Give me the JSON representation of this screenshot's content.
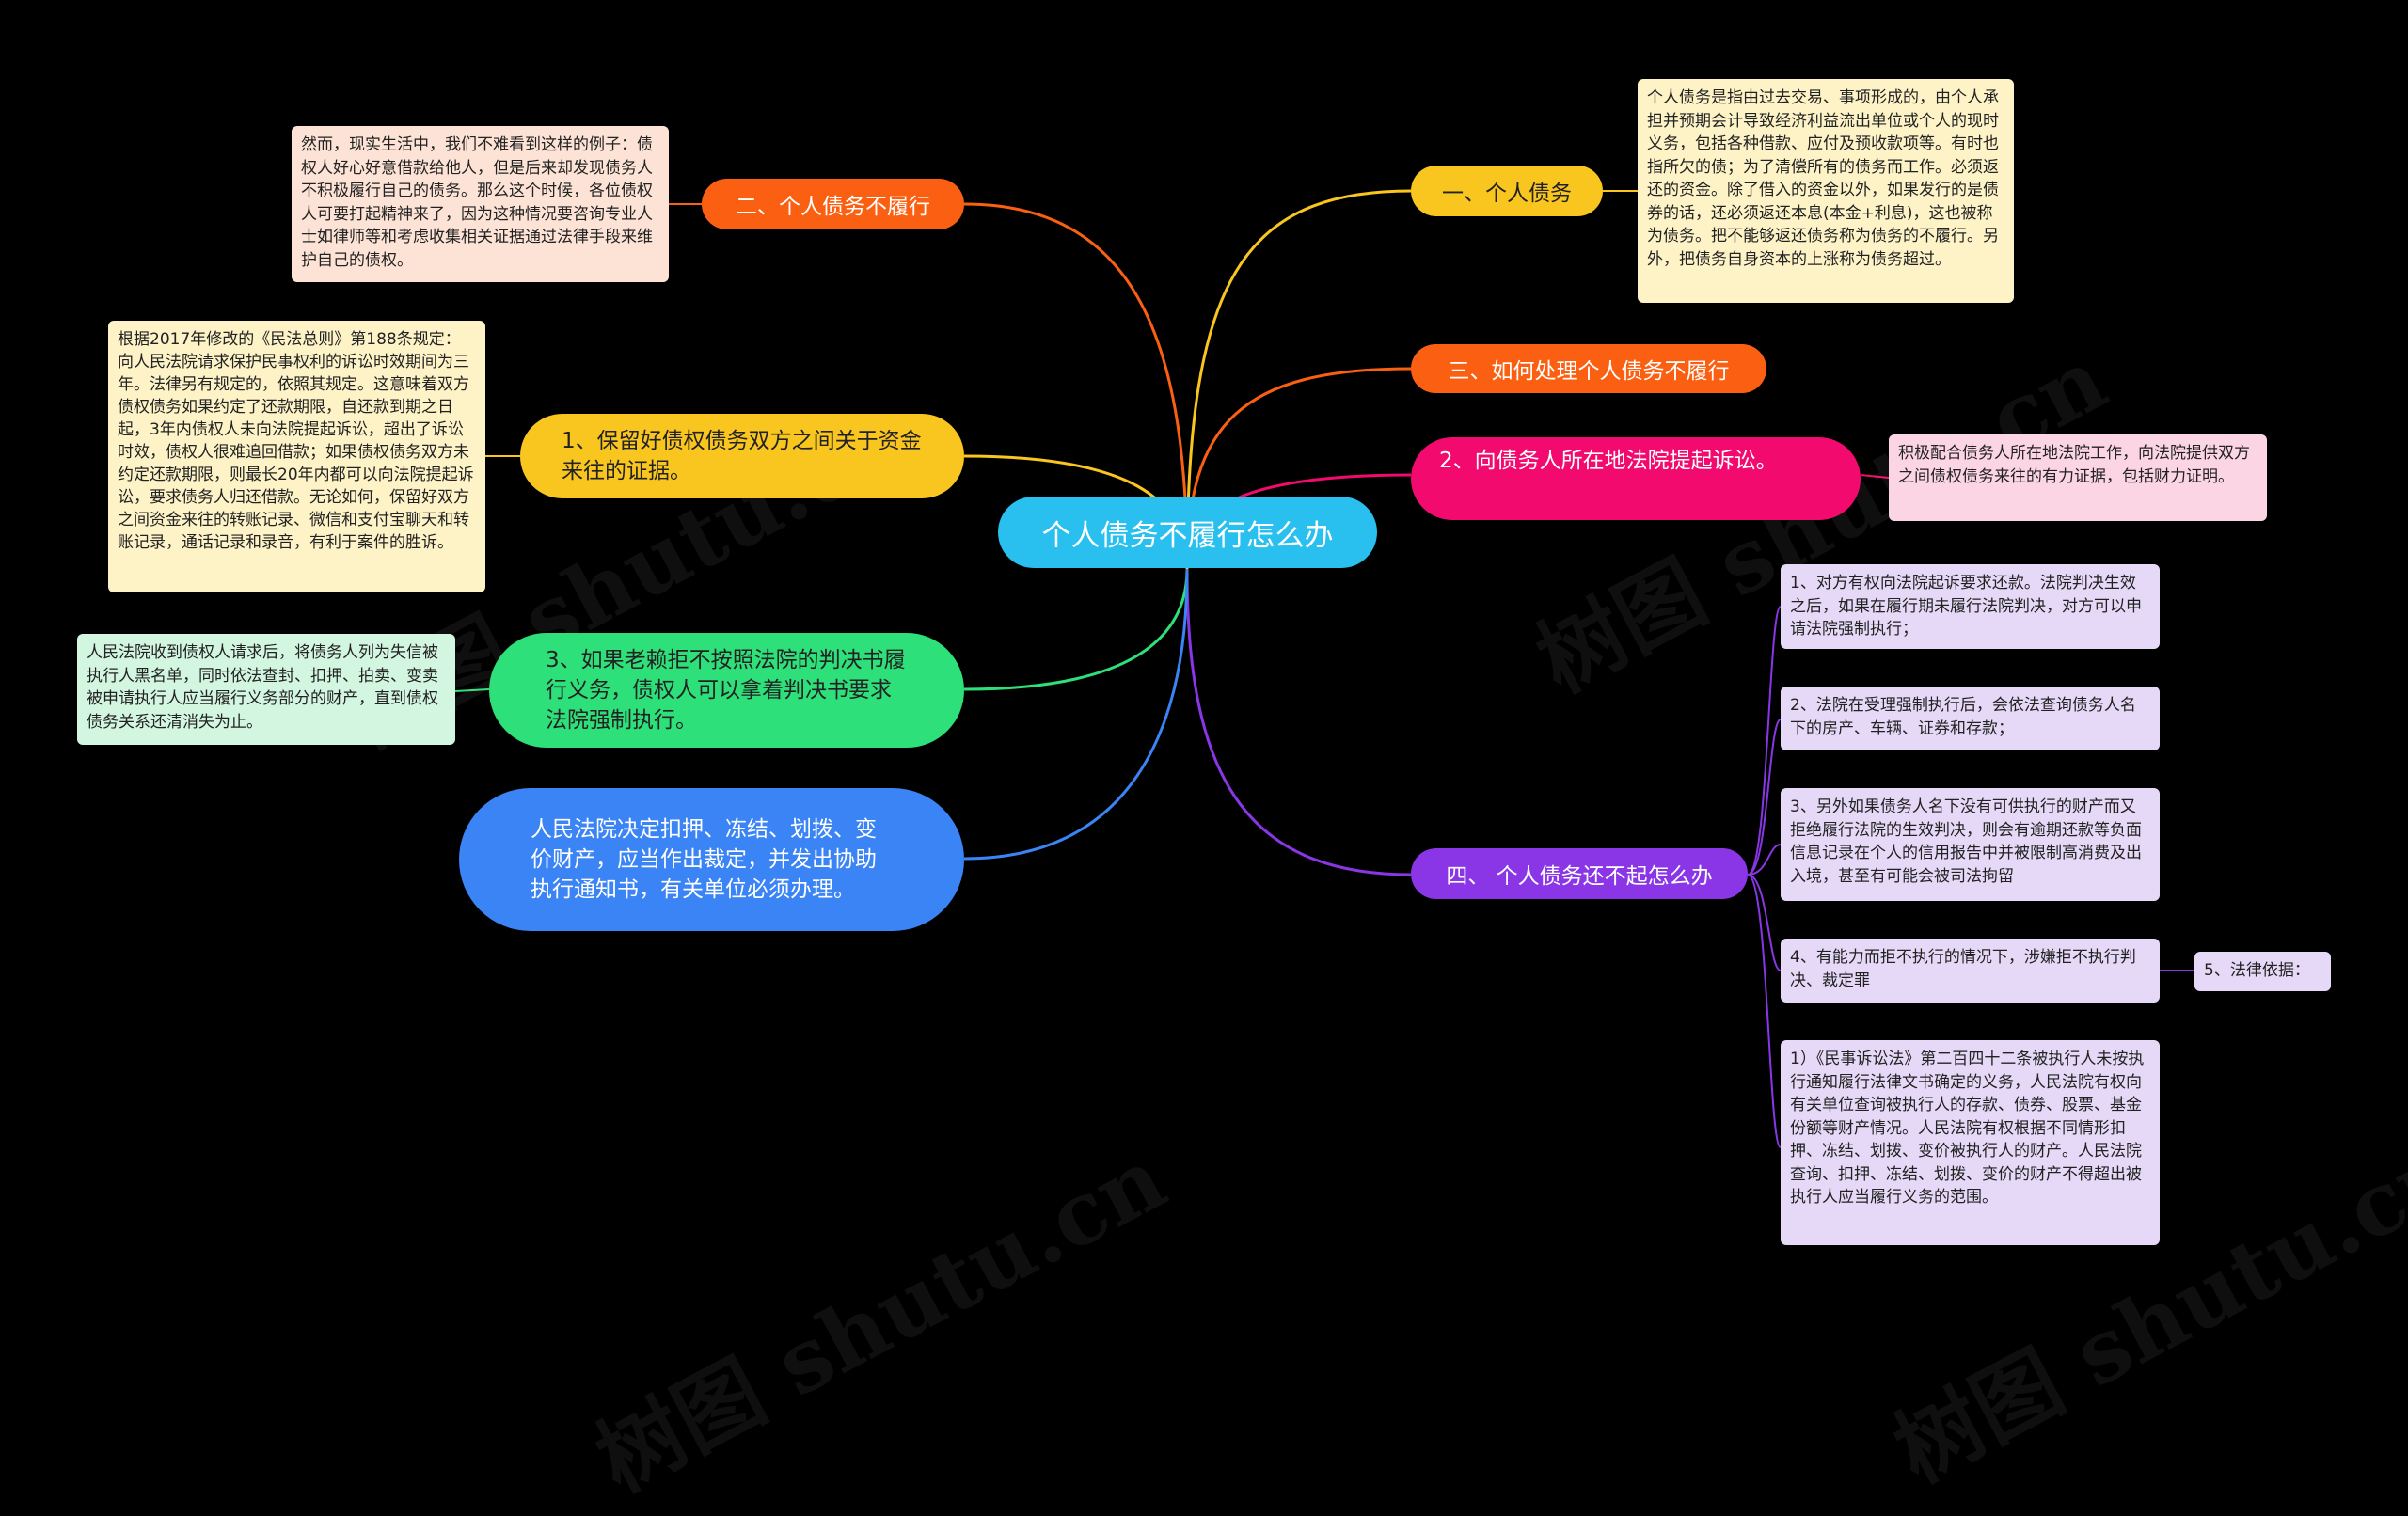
{
  "watermark_text": "树图 shutu.cn",
  "center": {
    "label": "个人债务不履行怎么办",
    "color": "#29c0ef"
  },
  "branches": {
    "r1": {
      "label": "一、个人债务",
      "color": "#f9c51f"
    },
    "r3": {
      "label": "三、如何处理个人债务不履行",
      "color": "#fb6012"
    },
    "r2": {
      "label": "2、向债务人所在地法院提起诉讼。",
      "color": "#f30a6e"
    },
    "r4": {
      "label": "四、 个人债务还不起怎么办",
      "color": "#8a36e6"
    },
    "l2": {
      "label": "二、个人债务不履行",
      "color": "#fb6012"
    },
    "l1": {
      "label": "1、保留好债权债务双方之间关于资金来往的证据。",
      "color": "#f9c51f"
    },
    "l3": {
      "label": "3、如果老赖拒不按照法院的判决书履行义务，债权人可以拿着判决书要求法院强制执行。",
      "color": "#2ee07a"
    },
    "l4": {
      "label": "人民法院决定扣押、冻结、划拨、变价财产，应当作出裁定，并发出协助执行通知书，有关单位必须办理。",
      "color": "#3b84f5"
    }
  },
  "notes": {
    "r1": "个人债务是指由过去交易、事项形成的，由个人承担并预期会计导致经济利益流出单位或个人的现时义务，包括各种借款、应付及预收款项等。有时也指所欠的债；为了清偿所有的债务而工作。必须返还的资金。除了借入的资金以外，如果发行的是债券的话，还必须返还本息(本金+利息)，这也被称为债务。把不能够返还债务称为债务的不履行。另外，把债务自身资本的上涨称为债务超过。",
    "r2": "积极配合债务人所在地法院工作，向法院提供双方之间债权债务来往的有力证据，包括财力证明。",
    "l2": "然而，现实生活中，我们不难看到这样的例子：债权人好心好意借款给他人，但是后来却发现债务人不积极履行自己的债务。那么这个时候，各位债权人可要打起精神来了，因为这种情况要咨询专业人士如律师等和考虑收集相关证据通过法律手段来维护自己的债权。",
    "l1": "根据2017年修改的《民法总则》第188条规定：向人民法院请求保护民事权利的诉讼时效期间为三年。法律另有规定的，依照其规定。这意味着双方债权债务如果约定了还款期限，自还款到期之日起，3年内债权人未向法院提起诉讼，超出了诉讼时效，债权人很难追回借款；如果债权债务双方未约定还款期限，则最长20年内都可以向法院提起诉讼，要求债务人归还借款。无论如何，保留好双方之间资金来往的转账记录、微信和支付宝聊天和转账记录，通话记录和录音，有利于案件的胜诉。",
    "l3": "人民法院收到债权人请求后，将债务人列为失信被执行人黑名单，同时依法查封、扣押、拍卖、变卖被申请执行人应当履行义务部分的财产，直到债权债务关系还清消失为止。",
    "r4a": "1、对方有权向法院起诉要求还款。法院判决生效之后，如果在履行期未履行法院判决，对方可以申请法院强制执行；",
    "r4b": "2、法院在受理强制执行后，会依法查询债务人名下的房产、车辆、证券和存款；",
    "r4c": "3、另外如果债务人名下没有可供执行的财产而又拒绝履行法院的生效判决，则会有逾期还款等负面信息记录在个人的信用报告中并被限制高消费及出入境，甚至有可能会被司法拘留",
    "r4d": "4、有能力而拒不执行的情况下，涉嫌拒不执行判决、裁定罪",
    "r4d_sub": "5、法律依据：",
    "r4e": "1）《民事诉讼法》第二百四十二条被执行人未按执行通知履行法律文书确定的义务，人民法院有权向有关单位查询被执行人的存款、债券、股票、基金份额等财产情况。人民法院有权根据不同情形扣押、冻结、划拨、变价被执行人的财产。人民法院查询、扣押、冻结、划拨、变价的财产不得超出被执行人应当履行义务的范围。"
  },
  "note_colors": {
    "yellow": "#fdf3c7",
    "peach": "#fde3d6",
    "pink": "#fcd5e5",
    "lavender": "#e5d9f7",
    "mint": "#d3f6e1"
  }
}
